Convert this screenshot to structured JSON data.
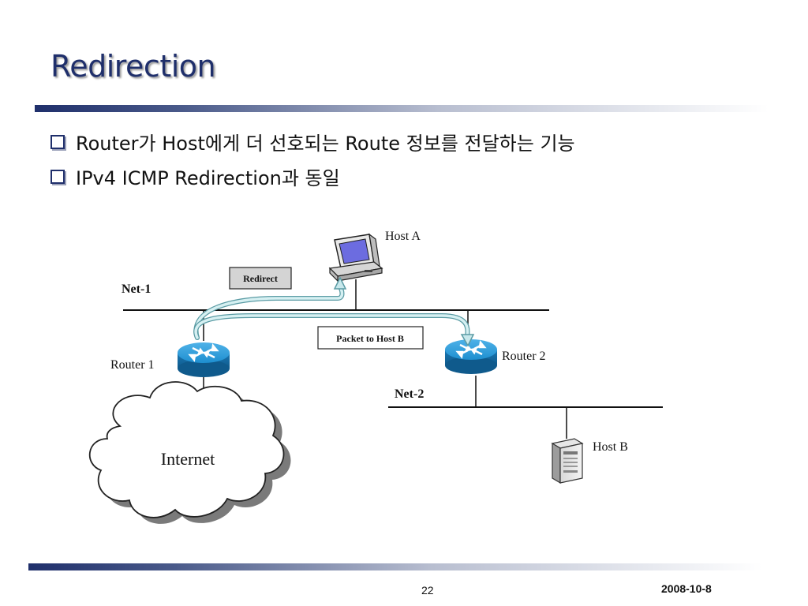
{
  "slide": {
    "title": "Redirection",
    "bullets": [
      "Router가 Host에게 더 선호되는 Route 정보를 전달하는 기능",
      "IPv4 ICMP Redirection과 동일"
    ],
    "page_number": "22",
    "date": "2008-10-8"
  },
  "diagram": {
    "host_a": "Host A",
    "host_b": "Host B",
    "net_1": "Net-1",
    "net_2": "Net-2",
    "router_1": "Router 1",
    "router_2": "Router 2",
    "internet": "Internet",
    "redirect_box": "Redirect",
    "packet_box": "Packet to Host B"
  },
  "colors": {
    "title": "#1f2f6b",
    "router_blue": "#1e8fd0",
    "arrow": "#a8d8de"
  }
}
